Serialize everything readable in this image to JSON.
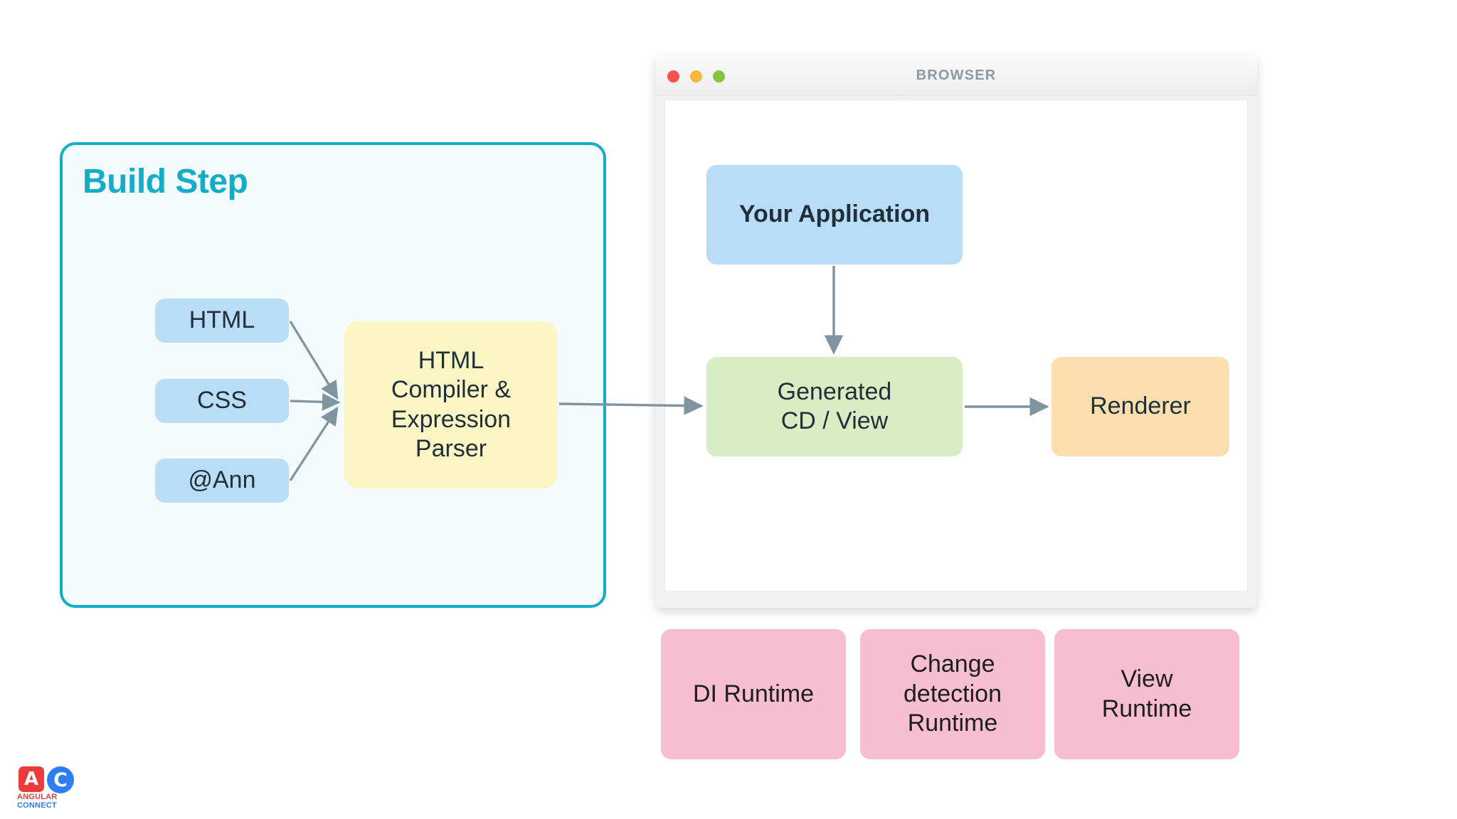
{
  "slide": {
    "background_color": "#ffffff",
    "accent_color": "#12ADC6",
    "arrow_color": "#7f949f"
  },
  "build_step": {
    "title": "Build Step",
    "border_color": "#12ADC6",
    "fill_color": "#f4fbfd",
    "inputs": [
      {
        "label": "HTML",
        "color": "#b9dcf7"
      },
      {
        "label": "CSS",
        "color": "#b9dcf7"
      },
      {
        "label": "@Ann",
        "color": "#b9dcf7"
      }
    ],
    "compiler": {
      "line1": "HTML",
      "line2": "Compiler &",
      "line3": "Expression",
      "line4": "Parser",
      "color": "#fcf5c4"
    }
  },
  "browser": {
    "title": "BROWSER",
    "traffic_lights": [
      {
        "name": "close",
        "color": "#f2534a"
      },
      {
        "name": "minimize",
        "color": "#f6b73c"
      },
      {
        "name": "maximize",
        "color": "#85c33c"
      }
    ],
    "nodes": {
      "application": {
        "label": "Your Application",
        "color": "#b9dcf7"
      },
      "generated": {
        "line1": "Generated",
        "line2": "CD / View",
        "color": "#d7edc3"
      },
      "renderer": {
        "label": "Renderer",
        "color": "#fbdeae"
      }
    }
  },
  "runtimes": [
    {
      "line1": "DI Runtime",
      "line2": "",
      "color": "#f7bed2"
    },
    {
      "line1": "Change",
      "line2": "detection",
      "line3": "Runtime",
      "color": "#f7bed2"
    },
    {
      "line1": "View",
      "line2": "Runtime",
      "color": "#f7bed2"
    }
  ],
  "logo": {
    "mark_a": "A",
    "mark_c": "C",
    "line1": "ANGULAR",
    "line2": "CONNECT",
    "color_a": "#ec3b3b",
    "color_c": "#2d7df6"
  }
}
